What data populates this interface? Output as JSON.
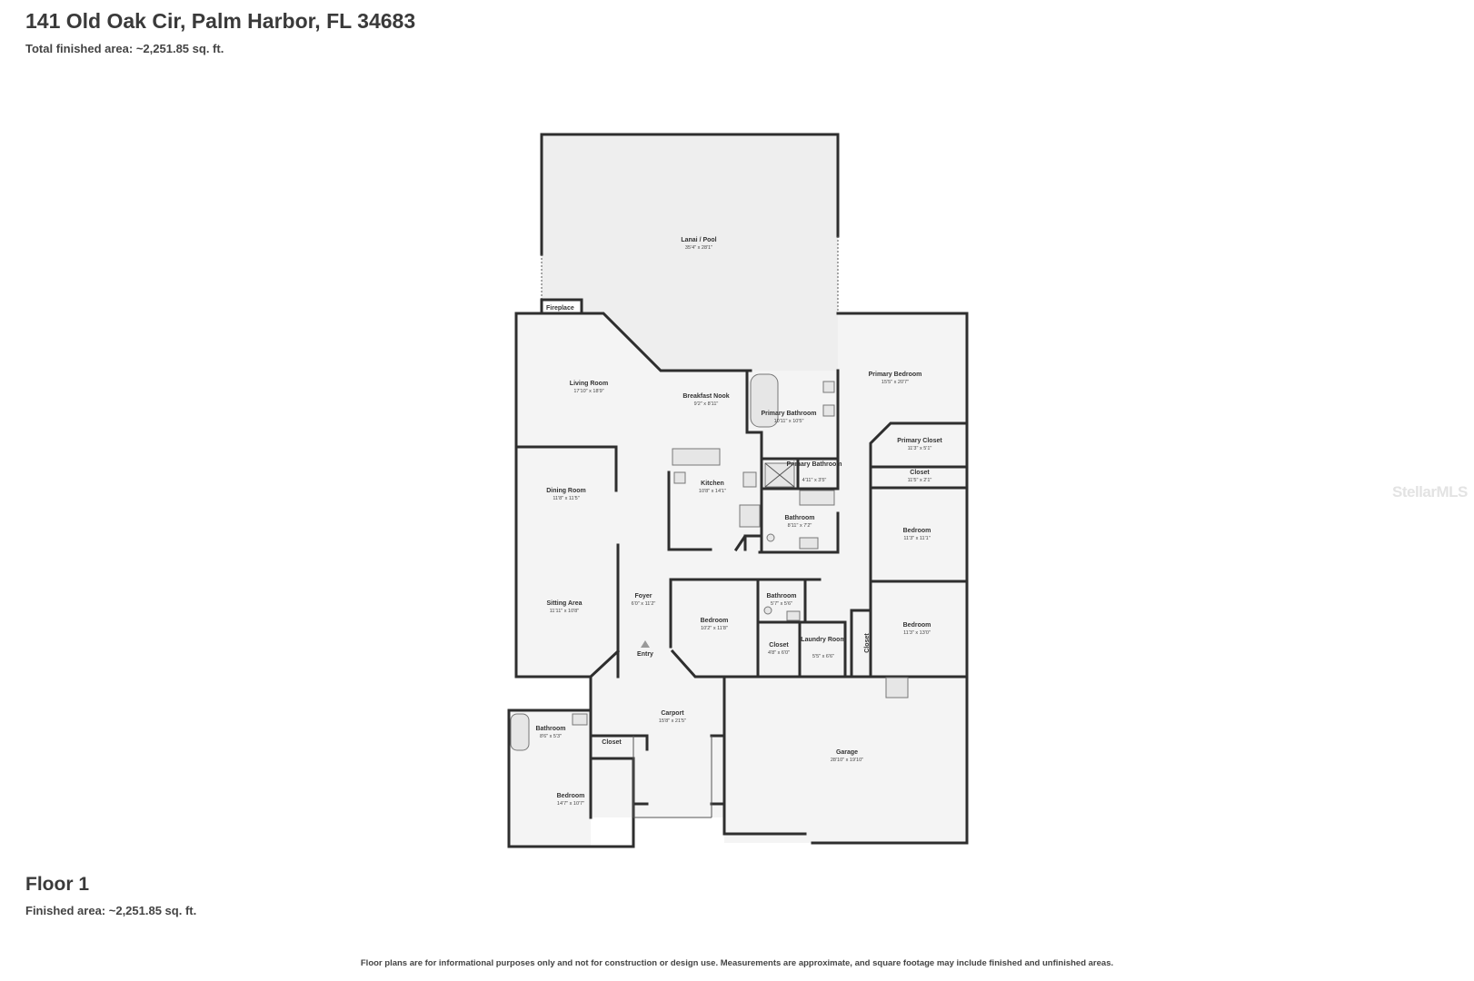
{
  "header": {
    "address": "141 Old Oak Cir, Palm Harbor, FL 34683",
    "total_area": "Total finished area: ~2,251.85 sq. ft."
  },
  "floor": {
    "title": "Floor 1",
    "area": "Finished area: ~2,251.85 sq. ft."
  },
  "disclaimer": "Floor plans are for informational purposes only and not for construction or design use. Measurements are approximate, and square footage may include finished and unfinished areas.",
  "watermark": "StellarMLS",
  "colors": {
    "wall": "#2e2e2e",
    "floor_fill": "#f3f3f3",
    "lanai_fill": "#eeeeee",
    "background": "#ffffff"
  },
  "rooms": {
    "lanai": {
      "name": "Lanai / Pool",
      "dim": "35'4\" x 28'1\""
    },
    "fireplace": {
      "name": "Fireplace"
    },
    "living": {
      "name": "Living Room",
      "dim": "17'10\" x 18'9\""
    },
    "breakfast": {
      "name": "Breakfast Nook",
      "dim": "9'2\" x 8'11\""
    },
    "primary_bath": {
      "name": "Primary Bathroom",
      "dim": "10'11\" x 10'5\""
    },
    "primary_bed": {
      "name": "Primary Bedroom",
      "dim": "15'5\" x 20'7\""
    },
    "primary_closet": {
      "name": "Primary Closet",
      "dim": "11'3\" x 5'1\""
    },
    "primary_bath2": {
      "name": "Primary Bathroom",
      "dim": "4'11\" x 3'5\""
    },
    "closet_a": {
      "name": "Closet",
      "dim": "11'5\" x 2'1\""
    },
    "dining": {
      "name": "Dining Room",
      "dim": "11'8\" x 11'5\""
    },
    "kitchen": {
      "name": "Kitchen",
      "dim": "10'8\" x 14'1\""
    },
    "bathroom_a": {
      "name": "Bathroom",
      "dim": "8'11\" x 7'2\""
    },
    "bedroom_a": {
      "name": "Bedroom",
      "dim": "11'3\" x 11'1\""
    },
    "sitting": {
      "name": "Sitting Area",
      "dim": "11'11\" x 10'8\""
    },
    "foyer": {
      "name": "Foyer",
      "dim": "6'0\" x 11'2\""
    },
    "bedroom_b": {
      "name": "Bedroom",
      "dim": "10'2\" x 11'8\""
    },
    "bathroom_b": {
      "name": "Bathroom",
      "dim": "5'7\" x 5'6\""
    },
    "closet_b": {
      "name": "Closet",
      "dim": "4'8\" x 6'0\""
    },
    "laundry": {
      "name": "Laundry Room",
      "dim": "5'5\" x 6'6\""
    },
    "closet_c": {
      "name": "Closet"
    },
    "bedroom_c": {
      "name": "Bedroom",
      "dim": "11'3\" x 13'0\""
    },
    "entry": {
      "name": "Entry"
    },
    "carport": {
      "name": "Carport",
      "dim": "15'8\" x 21'5\""
    },
    "garage": {
      "name": "Garage",
      "dim": "28'10\" x 19'10\""
    },
    "bathroom_c": {
      "name": "Bathroom",
      "dim": "8'6\" x 5'3\""
    },
    "closet_d": {
      "name": "Closet"
    },
    "bedroom_d": {
      "name": "Bedroom",
      "dim": "14'7\" x 10'7\""
    }
  }
}
